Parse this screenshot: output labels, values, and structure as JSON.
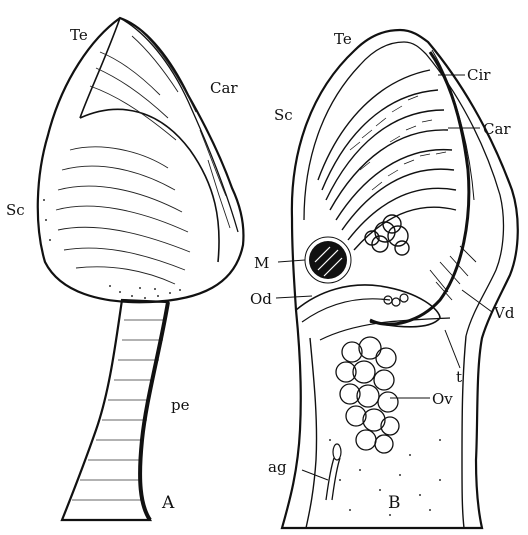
{
  "figure_a": {
    "panel_label": "A",
    "labels": {
      "te": "Te",
      "car": "Car",
      "sc": "Sc",
      "pe": "pe"
    }
  },
  "figure_b": {
    "panel_label": "B",
    "labels": {
      "te": "Te",
      "cir": "Cir",
      "car": "Car",
      "sc": "Sc",
      "m": "M",
      "od": "Od",
      "vd": "Vd",
      "t": "t",
      "ov": "Ov",
      "ag": "ag"
    }
  },
  "colors": {
    "ink": "#111111",
    "paper": "#ffffff"
  }
}
